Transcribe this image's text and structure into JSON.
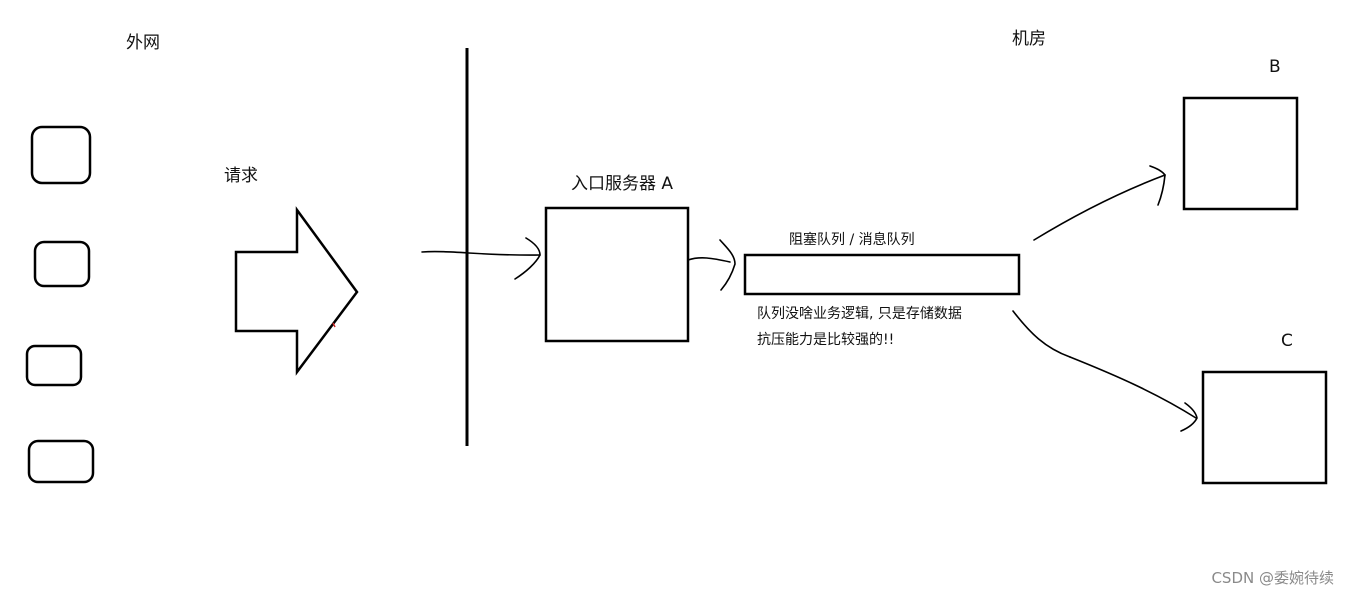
{
  "labels": {
    "external_network": "外网",
    "request": "请求",
    "entry_server": "入口服务器 A",
    "queue_title": "阻塞队列 / 消息队列",
    "queue_note_line1": "队列没啥业务逻辑, 只是存储数据",
    "queue_note_line2": "抗压能力是比较强的!!",
    "server_room": "机房",
    "server_b": "B",
    "server_c": "C"
  },
  "watermark": "CSDN @委婉待续"
}
